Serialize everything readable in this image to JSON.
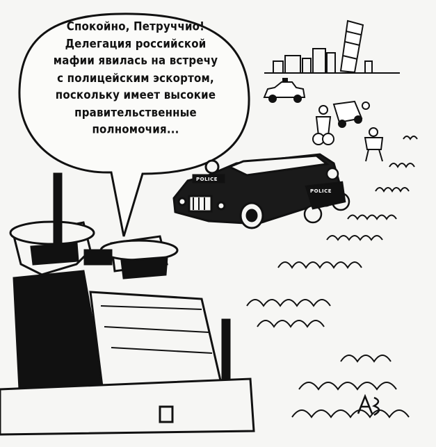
{
  "speech_bubble": {
    "lines": [
      "Спокойно, Петруччио!",
      "Делегация российской",
      "мафии явилась на встречу",
      "с полицейским эскортом,",
      "поскольку имеет высокие",
      "правительственные",
      "полномочия..."
    ]
  },
  "labels": {
    "limo_police": "POLICE",
    "moto_police": "POLICE"
  },
  "colors": {
    "ink": "#111111",
    "paper": "#f6f6f4"
  }
}
